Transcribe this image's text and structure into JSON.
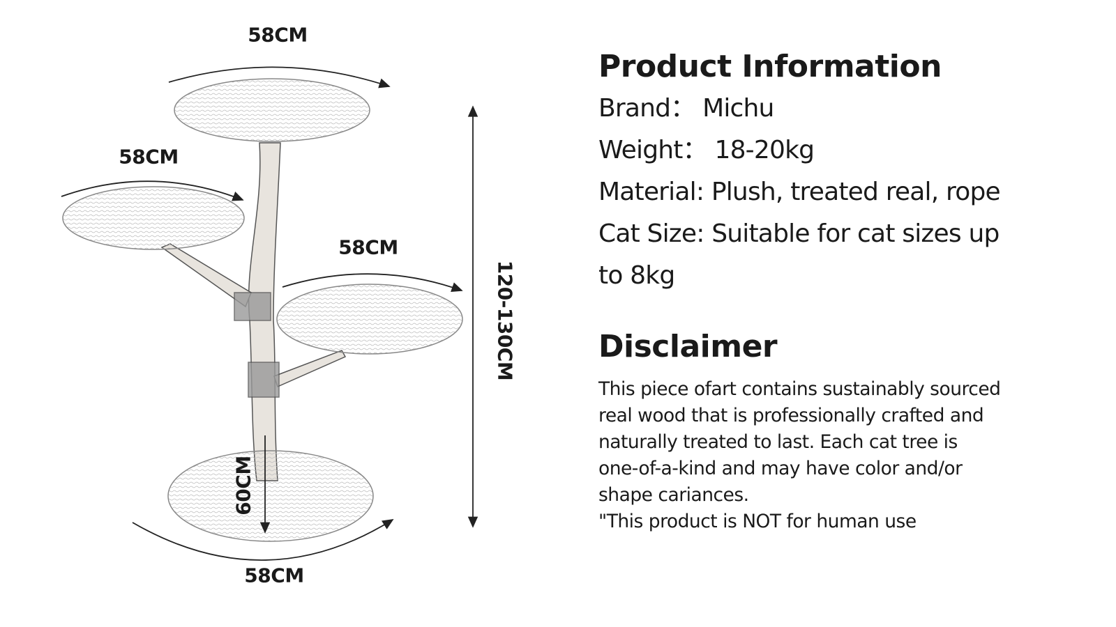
{
  "diagram": {
    "dimensions": {
      "top_platform": "58CM",
      "left_platform": "58CM",
      "right_platform": "58CM",
      "base": "58CM",
      "height": "120-130CM",
      "base_to_first": "60CM"
    }
  },
  "product_info": {
    "title": "Product Information",
    "specs": [
      "Brand：  Michu",
      "Weight：  18-20kg",
      "Material: Plush, treated real, rope",
      "Cat Size: Suitable for cat sizes up",
      "to 8kg"
    ]
  },
  "disclaimer": {
    "title": "Disclaimer",
    "lines": [
      "This piece ofart contains sustainably sourced",
      "real wood that is professionally crafted and",
      "naturally treated to last. Each cat tree is",
      "one-of-a-kind and may have color and/or",
      "shape cariances.",
      "\"This product is NOT for human use"
    ]
  }
}
